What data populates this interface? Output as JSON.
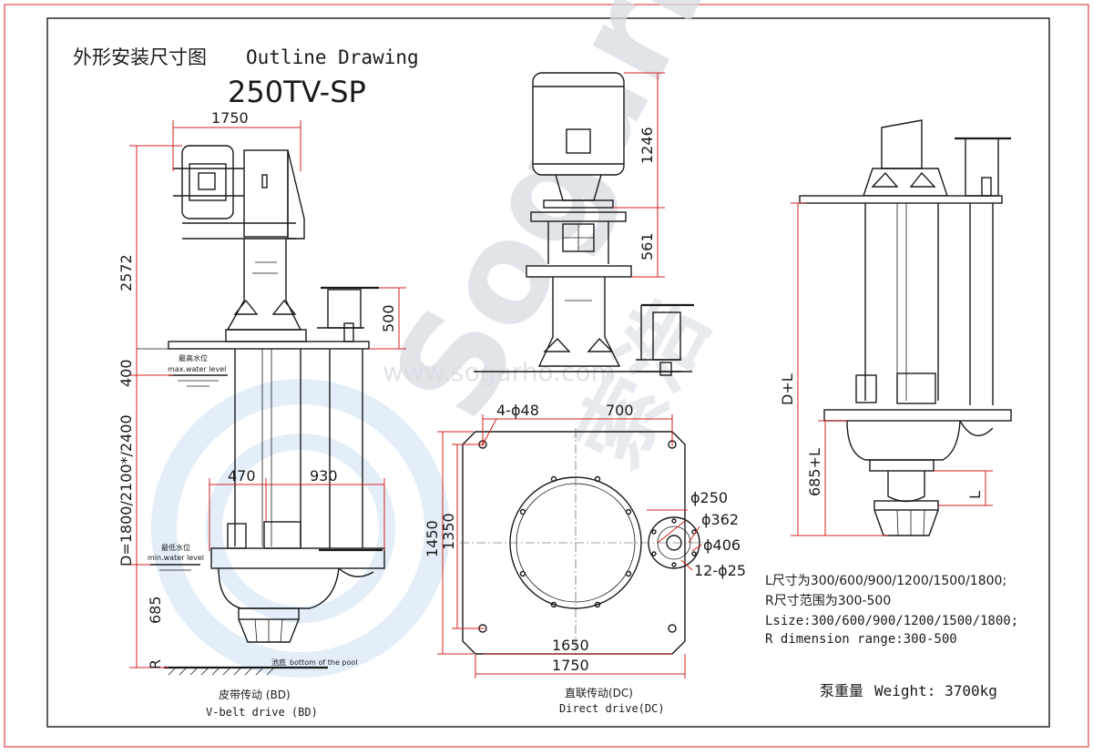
{
  "title_cn": "外形安装尺寸图",
  "title_en": "Outline Drawing",
  "model": "250TV-SP",
  "watermark_brand": "Sogarho",
  "watermark_cn": "索浩",
  "watermark_url": "www.sogarho.com",
  "left_view": {
    "dims": {
      "width_top": "1750",
      "height_total": "2572",
      "outlet_height": "500",
      "max_level_depth": "400",
      "shaft_length": "D=1800/2100*/2400",
      "left_offset": "470",
      "right_offset": "930",
      "min_level_height": "685",
      "r_label": "R"
    },
    "max_level_cn": "最高水位",
    "max_level_en": "max.water level",
    "min_level_cn": "最低水位",
    "min_level_en": "min.water level",
    "bottom_cn": "池底",
    "bottom_en": "bottom of the pool",
    "caption_cn": "皮带传动 (BD)",
    "caption_en": "V-belt drive (BD)"
  },
  "middle_view": {
    "dims": {
      "motor_height": "1246",
      "frame_height": "561"
    },
    "caption_cn": "直联传动(DC)",
    "caption_en": "Direct drive(DC)"
  },
  "plan_view": {
    "dims": {
      "holes": "4-ϕ48",
      "hole_spacing": "700",
      "outer_height": "1450",
      "inner_height": "1350",
      "inner_width": "1650",
      "outer_width": "1750",
      "d1": "ϕ250",
      "d2": "ϕ362",
      "d3": "ϕ406",
      "bolt_holes": "12-ϕ25"
    }
  },
  "right_view": {
    "dims": {
      "depth": "D+L",
      "bottom_height": "685+L",
      "l_label": "L"
    }
  },
  "notes": [
    "L尺寸为300/600/900/1200/1500/1800;",
    "R尺寸范围为300-500",
    "Lsize:300/600/900/1200/1500/1800;",
    "R dimension range:300-500"
  ],
  "weight_cn": "泵重量",
  "weight_en": "Weight: 3700kg"
}
